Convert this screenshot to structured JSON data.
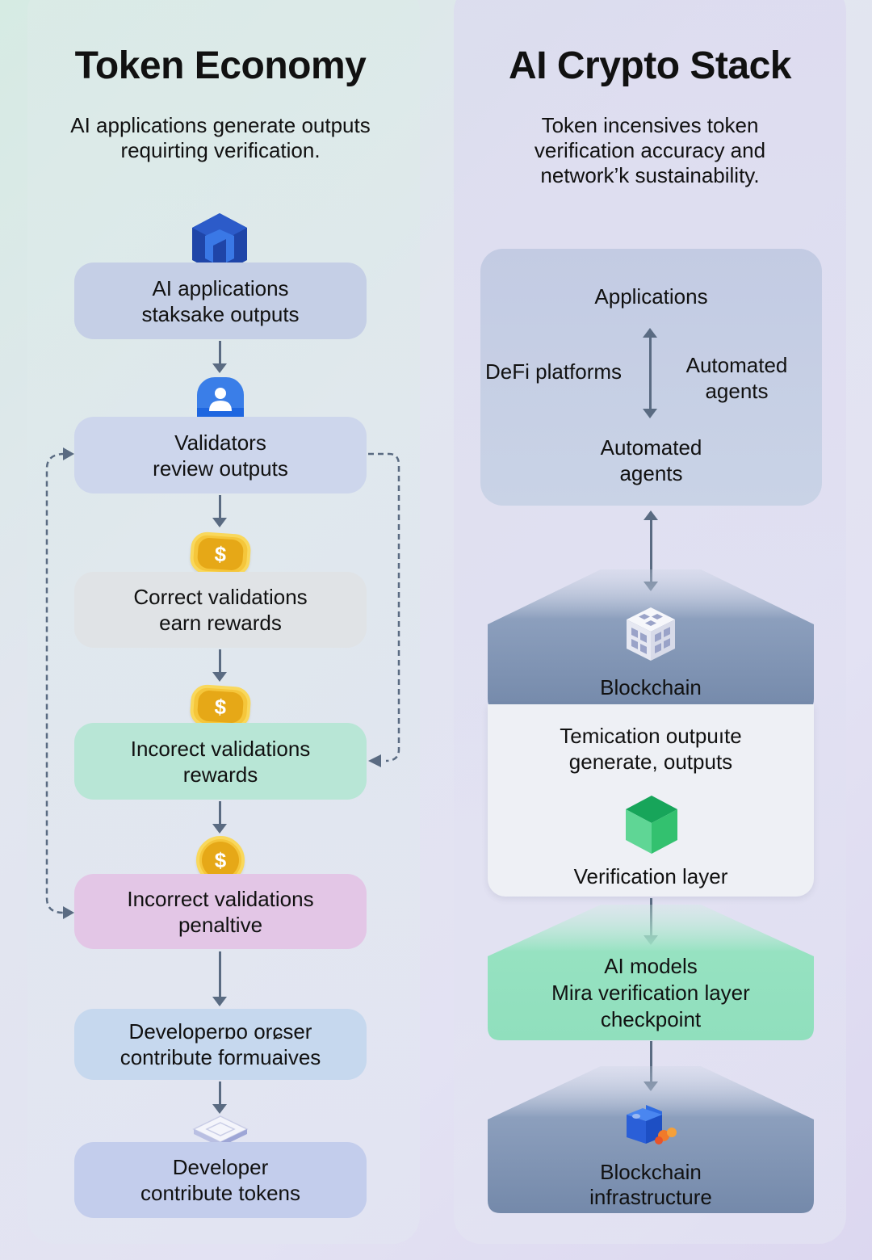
{
  "left": {
    "title": "Token Economy",
    "subtitle_lines": [
      "AI applications generate outputs",
      "requirting verification."
    ],
    "steps": [
      {
        "lines": [
          "AI applications",
          "staksake outputs"
        ],
        "icon": "blue-hexagon-cube-icon",
        "color": "#c5cfe6"
      },
      {
        "lines": [
          "Validators",
          "review outputs"
        ],
        "icon": "user-profile-icon",
        "color": "#cdd6ec"
      },
      {
        "lines": [
          "Correct validations",
          "earn rewards"
        ],
        "icon": "dollar-coin-icon",
        "color": "#e0e3e6"
      },
      {
        "lines": [
          "Incorect validations",
          "rewards"
        ],
        "icon": "dollar-coin-icon",
        "color": "#b8e6d6"
      },
      {
        "lines": [
          "Incorrect validations",
          "penaltive"
        ],
        "icon": "dollar-coin-icon",
        "color": "#e3c6e6"
      },
      {
        "lines": [
          "Developerɒo orɕser",
          "contribute formuaives"
        ],
        "icon": null,
        "color": "#c6d8ee"
      },
      {
        "lines": [
          "Developer",
          "contribute tokens"
        ],
        "icon": "diamond-token-icon",
        "color": "#c3cdec"
      }
    ],
    "coin_symbol": "$"
  },
  "right": {
    "title": "AI Crypto Stack",
    "subtitle_lines": [
      "Token incensives token",
      "verification accuracy and",
      "network’k sustainability."
    ],
    "applications": {
      "heading": "Applications",
      "left_label": "DeFi platforms",
      "right_lines": [
        "Automated",
        "agents"
      ],
      "bottom_lines": [
        "Automated",
        "agents"
      ]
    },
    "blockchain": {
      "label": "Blockchain",
      "icon": "white-block-cube-icon"
    },
    "verification": {
      "lines": [
        "Temication outpuıte",
        "generate, outputs"
      ],
      "label": "Verification layer",
      "icon": "green-cube-icon"
    },
    "ai_models": {
      "lines": [
        "AI models",
        "Mira verification layer",
        "checkpoint"
      ]
    },
    "infrastructure": {
      "lines": [
        "Blockchain",
        "infrastructure"
      ],
      "icon": "blue-blocks-icon"
    }
  },
  "colors": {
    "arrow": "#5a6b82",
    "coin": "#f5c63b",
    "slate": "#7a8fae",
    "mint": "#92e0bf",
    "hex_blue": "#1f45a8",
    "user_blue": "#3a7ee8"
  }
}
